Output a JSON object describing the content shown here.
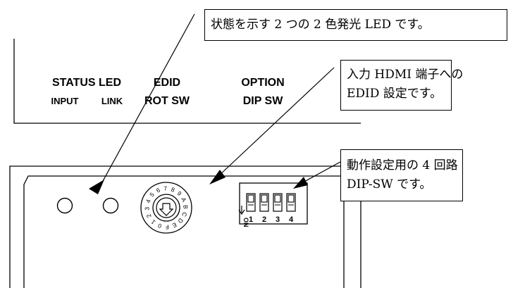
{
  "panel": {
    "status_led_title": "STATUS LED",
    "status_input": "INPUT",
    "status_link": "LINK",
    "edid_title_1": "EDID",
    "edid_title_2": "ROT SW",
    "option_title_1": "OPTION",
    "option_title_2": "DIP SW"
  },
  "rotary_switch": {
    "digits": [
      "0",
      "1",
      "2",
      "3",
      "4",
      "5",
      "6",
      "7",
      "8",
      "9",
      "A",
      "B",
      "C",
      "D",
      "E",
      "F"
    ]
  },
  "dip_switch": {
    "on_label": "ON",
    "positions": [
      "1",
      "2",
      "3",
      "4"
    ]
  },
  "callouts": {
    "led": {
      "lines": [
        "状態を示す 2 つの 2 色発光 LED です。"
      ]
    },
    "edid": {
      "lines": [
        "入力 HDMI 端子への",
        "EDID 設定です。"
      ]
    },
    "dip": {
      "lines": [
        "動作設定用の 4 回路",
        "DIP-SW です。"
      ]
    }
  }
}
